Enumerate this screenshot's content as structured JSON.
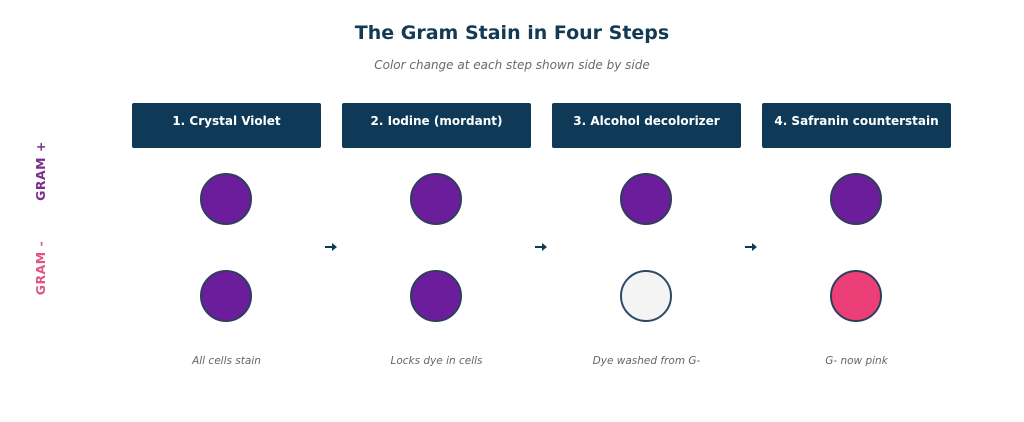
{
  "title": "The Gram Stain in Four Steps",
  "subtitle": "Color change at each step shown side by side",
  "rows": [
    {
      "label": "GRAM +",
      "color": "#7b2d8e"
    },
    {
      "label": "GRAM -",
      "color": "#e05585"
    }
  ],
  "steps": [
    {
      "label": "1. Crystal Violet",
      "caption": "All cells stain",
      "gram_pos_color": "#6c1d9b",
      "gram_neg_color": "#6c1d9b"
    },
    {
      "label": "2. Iodine (mordant)",
      "caption": "Locks dye in cells",
      "gram_pos_color": "#6c1d9b",
      "gram_neg_color": "#6c1d9b"
    },
    {
      "label": "3. Alcohol decolorizer",
      "caption": "Dye washed from G-",
      "gram_pos_color": "#6c1d9b",
      "gram_neg_color": "#f4f4f4"
    },
    {
      "label": "4. Safranin counterstain",
      "caption": "G- now pink",
      "gram_pos_color": "#6c1d9b",
      "gram_neg_color": "#ec3f78"
    }
  ],
  "colors": {
    "header_bg": "#0f3a57",
    "arrow": "#0f3a57",
    "cell_border": "#2f3e5c"
  }
}
